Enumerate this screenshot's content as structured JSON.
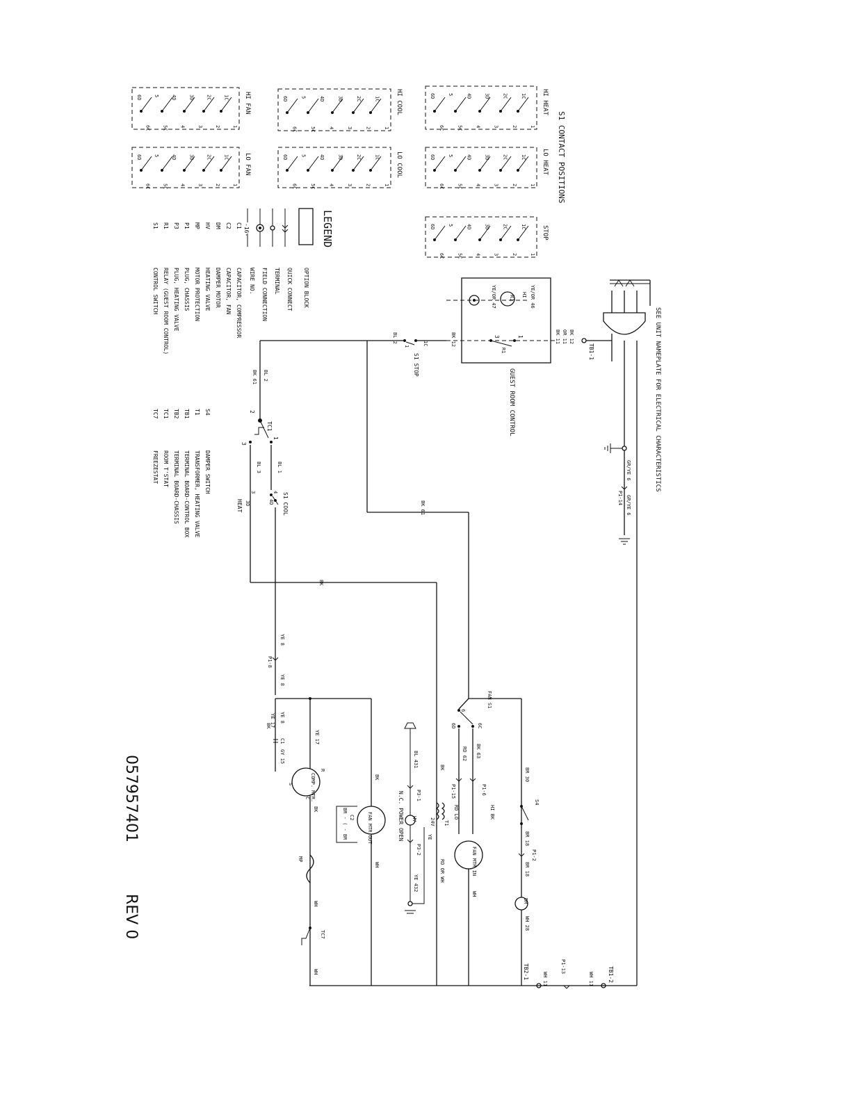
{
  "title": {
    "contact_positions": "S1 CONTACT POSITIONS",
    "see_nameplate": "SEE UNIT NAMEPLATE FOR ELECTRICAL CHARACTERISTICS",
    "drawing_number": "057957401",
    "revision": "REV 0"
  },
  "contact_positions": {
    "hi_heat": "HI HEAT",
    "lo_heat": "LO HEAT",
    "stop": "STOP",
    "hi_cool": "HI COOL",
    "lo_cool": "LO COOL",
    "hi_fan": "HI FAN",
    "lo_fan": "LO FAN",
    "contacts": [
      "6D",
      "6C",
      "5",
      "5C",
      "4D",
      "4",
      "3D",
      "3",
      "2C",
      "2",
      "1C",
      "1"
    ]
  },
  "legend": {
    "title": "LEGEND",
    "symbol_items": [
      {
        "symbol": "block",
        "label": "OPTION BLOCK"
      },
      {
        "symbol": "quick-connect",
        "label": "QUICK CONNECT"
      },
      {
        "symbol": "terminal",
        "label": "TERMINAL"
      },
      {
        "symbol": "field-connection",
        "label": "FIELD CONNECTION"
      },
      {
        "symbol": "-16-",
        "label": "WIRE NO."
      }
    ],
    "abbrev_items": [
      {
        "code": "C1",
        "label": "CAPACITOR, COMPRESSOR"
      },
      {
        "code": "C2",
        "label": "CAPACITOR, FAN"
      },
      {
        "code": "DM",
        "label": "DAMPER MOTOR"
      },
      {
        "code": "HV",
        "label": "HEATING VALVE"
      },
      {
        "code": "MP",
        "label": "MOTOR PROTECTION"
      },
      {
        "code": "P1",
        "label": "PLUG, CHASSIS"
      },
      {
        "code": "P3",
        "label": "PLUG, HEATING VALVE"
      },
      {
        "code": "R1",
        "label": "RELAY (GUEST ROOM CONTROL)"
      },
      {
        "code": "S1",
        "label": "CONTROL SWITCH"
      }
    ],
    "abbrev_items_2": [
      {
        "code": "S4",
        "label": "DAMPER SWITCH"
      },
      {
        "code": "T1",
        "label": "TRANSFORMER, HEATING VALVE"
      },
      {
        "code": "TB1",
        "label": "TERMINAL BOARD-CONTROL BOX"
      },
      {
        "code": "TB2",
        "label": "TERMINAL BOARD-CHASSIS"
      },
      {
        "code": "TC1",
        "label": "ROOM T'STAT"
      },
      {
        "code": "TC7",
        "label": "FREEZESTAT"
      }
    ]
  },
  "labels": {
    "tb1_1": "TB1-1",
    "tb1_2": "TB1-2",
    "tb2_1": "TB2-1",
    "p1_13": "P1-13",
    "p1_14": "P1-14",
    "grye6_a": "GR/YE 6",
    "grye6_b": "GR/YE 6",
    "wh11_a": "WH 11",
    "wh11_b": "WH 11",
    "bk12_a": "BK 12",
    "or11": "OR 11",
    "bk11": "BK 11",
    "bk12_b": "BK 12",
    "yeor46": "YE/OR 46",
    "yeor47": "YE/OR 47",
    "r1": "R1",
    "r1_coil": "R1",
    "hi": "HI",
    "guest_room_control": "GUEST ROOM CONTROL",
    "s1_stop": "S1 STOP",
    "c1_term": "1C",
    "one": "1",
    "three": "3",
    "bl2_a": "BL 2",
    "bl2_b": "BL 2",
    "bk61_a": "BK 61",
    "bk61_b": "BK 61",
    "tc1": "TC1",
    "tc1_2": "2",
    "tc1_1": "1",
    "tc1_3": "3",
    "bl1": "BL 1",
    "bl3": "BL 3",
    "s1_cool": "S1 COOL",
    "heat": "HEAT",
    "t4": "4",
    "t4d": "4D",
    "t3": "3",
    "t3d": "3D",
    "bk": "BK",
    "ye8_a": "YE 8",
    "p1_8": "P1-8",
    "ye8_b": "YE 8",
    "ye8_c": "YE 8",
    "c1": "C1",
    "ye17_a": "YE 17",
    "ye17_b": "YE 17",
    "gy15": "GY 15",
    "bk_c": "BK",
    "comp_mtr": "COMP. MTR.",
    "r": "R",
    "c": "C",
    "s": "S",
    "bk_d": "BK",
    "mp": "MP",
    "wh_a": "WH",
    "tc7": "TC7",
    "wh_b": "WH",
    "fan_mtr_out": "FAN MTR OUT",
    "c2": "C2",
    "br_c2": "BR - ( - BR",
    "bk_f": "BK",
    "wh_f": "WH",
    "fan_s1": "FAN S1",
    "six": "6",
    "sixc": "6C",
    "sixd": "6D",
    "bk63": "BK 63",
    "rd62": "RD 62",
    "p1_6": "P1-6",
    "p1_15": "P1-15",
    "hi_bk": "HI BK",
    "rd_lo": "RD LO",
    "fan_mtr_in": "FAN MTR IN",
    "wh_in": "WH",
    "br30": "BR 30",
    "s4": "S4",
    "br18_a": "BR 18",
    "p1_2": "P1-2",
    "br18_b": "BR 18",
    "dm": "DM",
    "wh28": "WH 28",
    "bk_t": "BK",
    "bl431": "BL 431",
    "p3_1": "P3-1",
    "hv": "HV",
    "p3_2": "P3-2",
    "ye432": "YE 432",
    "t24v": "24V",
    "t1": "T1",
    "ye": "YE",
    "rd_or_wh": "RD OR WH",
    "nc_power_open": "N.C. POWER OPEN"
  }
}
